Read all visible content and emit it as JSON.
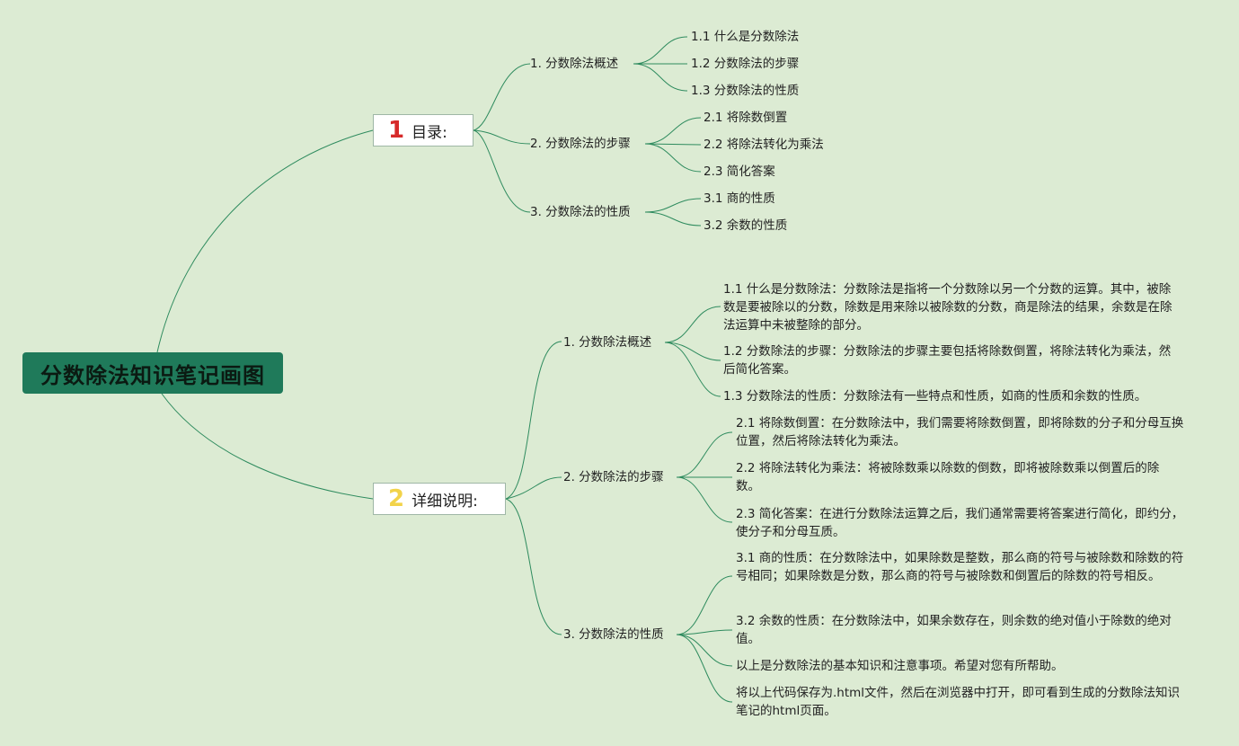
{
  "root": {
    "label": "分数除法知识笔记画图"
  },
  "branch1": {
    "num": "1",
    "num_color": "#d62a2a",
    "label": "目录:",
    "children": [
      {
        "label": "1. 分数除法概述",
        "items": [
          "1.1 什么是分数除法",
          "1.2 分数除法的步骤",
          "1.3 分数除法的性质"
        ]
      },
      {
        "label": "2. 分数除法的步骤",
        "items": [
          "2.1 将除数倒置",
          "2.2 将除法转化为乘法",
          "2.3 简化答案"
        ]
      },
      {
        "label": "3. 分数除法的性质",
        "items": [
          "3.1 商的性质",
          "3.2 余数的性质"
        ]
      }
    ]
  },
  "branch2": {
    "num": "2",
    "num_color": "#f2d34a",
    "label": "详细说明:",
    "children": [
      {
        "label": "1. 分数除法概述",
        "items": [
          "1.1 什么是分数除法：分数除法是指将一个分数除以另一个分数的运算。其中，被除数是要被除以的分数，除数是用来除以被除数的分数，商是除法的结果，余数是在除法运算中未被整除的部分。",
          "1.2 分数除法的步骤：分数除法的步骤主要包括将除数倒置，将除法转化为乘法，然后简化答案。",
          "1.3 分数除法的性质：分数除法有一些特点和性质，如商的性质和余数的性质。"
        ]
      },
      {
        "label": "2. 分数除法的步骤",
        "items": [
          "2.1 将除数倒置：在分数除法中，我们需要将除数倒置，即将除数的分子和分母互换位置，然后将除法转化为乘法。",
          "2.2 将除法转化为乘法：将被除数乘以除数的倒数，即将被除数乘以倒置后的除数。",
          "2.3 简化答案：在进行分数除法运算之后，我们通常需要将答案进行简化，即约分，使分子和分母互质。"
        ]
      },
      {
        "label": "3. 分数除法的性质",
        "items": [
          "3.1 商的性质：在分数除法中，如果除数是整数，那么商的符号与被除数和除数的符号相同；如果除数是分数，那么商的符号与被除数和倒置后的除数的符号相反。",
          "3.2 余数的性质：在分数除法中，如果余数存在，则余数的绝对值小于除数的绝对值。",
          "以上是分数除法的基本知识和注意事项。希望对您有所帮助。",
          "将以上代码保存为.html文件，然后在浏览器中打开，即可看到生成的分数除法知识笔记的html页面。"
        ]
      }
    ]
  },
  "colors": {
    "background": "#dcebd3",
    "root_fill": "#1f7a5a",
    "line": "#2e8b5e"
  }
}
